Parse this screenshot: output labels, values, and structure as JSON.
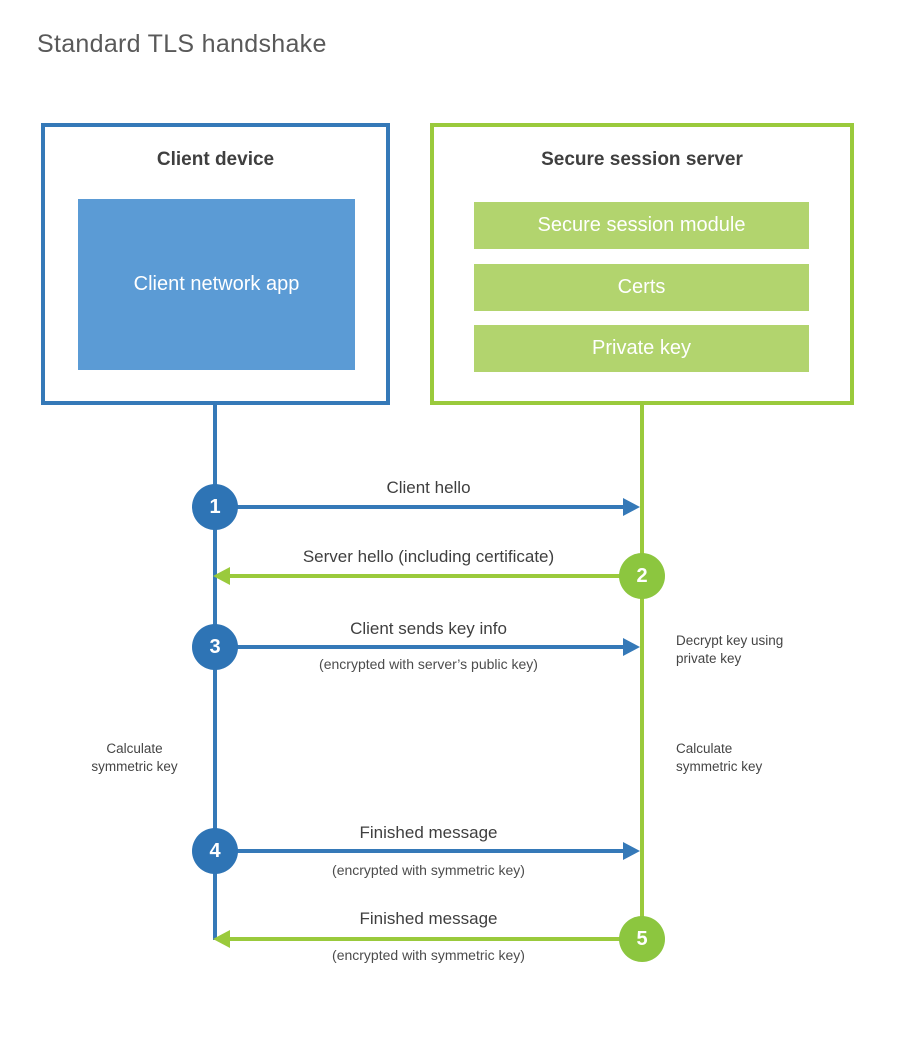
{
  "title": "Standard TLS handshake",
  "client": {
    "heading": "Client device",
    "app_label": "Client network app"
  },
  "server": {
    "heading": "Secure session server",
    "modules": [
      "Secure session module",
      "Certs",
      "Private key"
    ]
  },
  "steps": [
    {
      "num": "1",
      "label": "Client hello",
      "sublabel": "",
      "direction": "client-to-server"
    },
    {
      "num": "2",
      "label": "Server hello (including certificate)",
      "sublabel": "",
      "direction": "server-to-client"
    },
    {
      "num": "3",
      "label": "Client sends key info",
      "sublabel": "(encrypted with server’s public key)",
      "direction": "client-to-server"
    },
    {
      "num": "4",
      "label": "Finished message",
      "sublabel": "(encrypted with symmetric key)",
      "direction": "client-to-server"
    },
    {
      "num": "5",
      "label": "Finished message",
      "sublabel": "(encrypted with symmetric key)",
      "direction": "server-to-client"
    }
  ],
  "side_notes": {
    "decrypt": "Decrypt key using private key",
    "calculate_left": "Calculate symmetric key",
    "calculate_right": "Calculate symmetric key"
  },
  "colors": {
    "client_border": "#3579b8",
    "client_fill": "#5b9bd5",
    "client_circle": "#2e74b5",
    "server_border": "#9aca3c",
    "server_fill": "#b2d46e",
    "server_circle": "#8cc63f"
  }
}
